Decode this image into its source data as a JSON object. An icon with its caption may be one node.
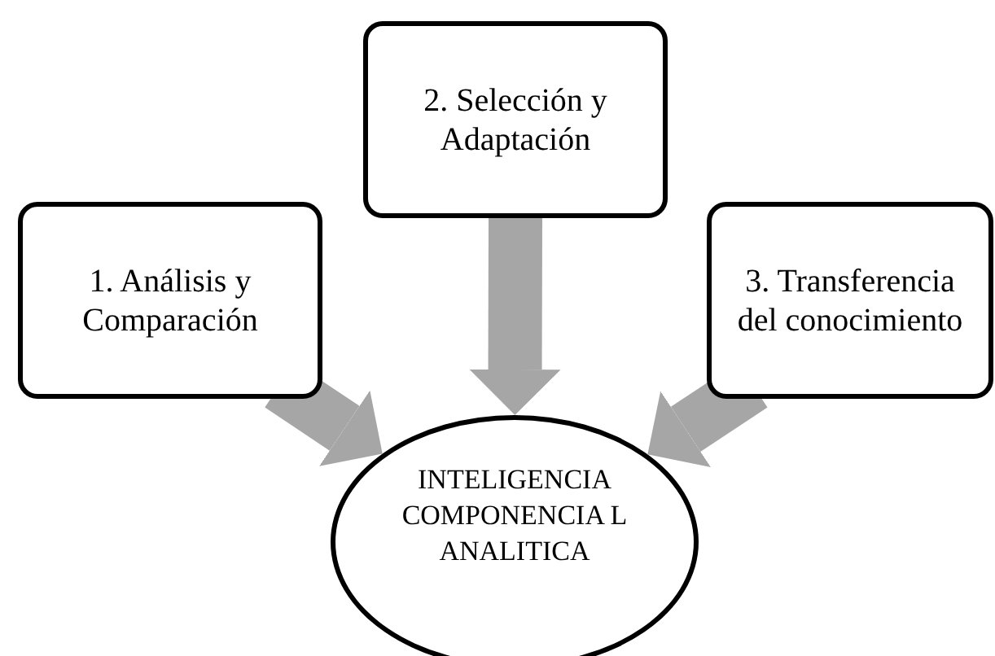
{
  "diagram": {
    "nodes": [
      {
        "text": [
          "1. Análisis y Comparación"
        ]
      },
      {
        "text": [
          "2. Selección y Adaptación"
        ]
      },
      {
        "text": [
          "3. Transferencia del conocimiento"
        ]
      },
      {
        "text": [
          "INTELIGENCIA COMPONENCIA L ANALITICA"
        ]
      }
    ],
    "edges": [
      {
        "from": 0,
        "to": 3,
        "arrow": "to"
      },
      {
        "from": 1,
        "to": 3,
        "arrow": "to"
      },
      {
        "from": 2,
        "to": 3,
        "arrow": "to"
      }
    ]
  }
}
